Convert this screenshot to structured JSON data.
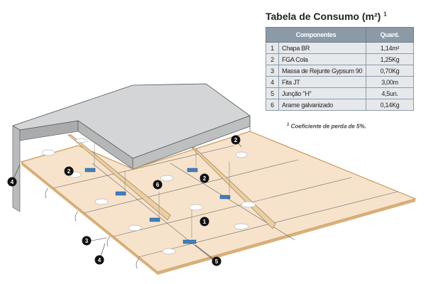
{
  "table": {
    "title": "Tabela de Consumo (m²)",
    "title_note_mark": "1",
    "headers": [
      "Componentes",
      "Quant."
    ],
    "rows": [
      {
        "n": "1",
        "item": "Chapa BR",
        "qty": "1,14m²"
      },
      {
        "n": "2",
        "item": "FGA Cola",
        "qty": "1,25Kg"
      },
      {
        "n": "3",
        "item": "Massa de Rejunte Gypsum 90",
        "qty": "0,70Kg"
      },
      {
        "n": "4",
        "item": "Fita JT",
        "qty": "3,00m"
      },
      {
        "n": "5",
        "item": "Junção \"H\"",
        "qty": "4,5un."
      },
      {
        "n": "6",
        "item": "Arame galvanizado",
        "qty": "0,14Kg"
      }
    ],
    "footnote_mark": "1",
    "footnote": "Coeficiente de perda de 5%."
  },
  "diagram": {
    "markers": [
      "1",
      "2",
      "2",
      "2",
      "3",
      "4",
      "4",
      "5",
      "6"
    ],
    "colors": {
      "concrete": "#c9cbcc",
      "board": "#f7e3cc",
      "board_edge": "#c89a5a",
      "clip": "#3f7fc4"
    }
  }
}
